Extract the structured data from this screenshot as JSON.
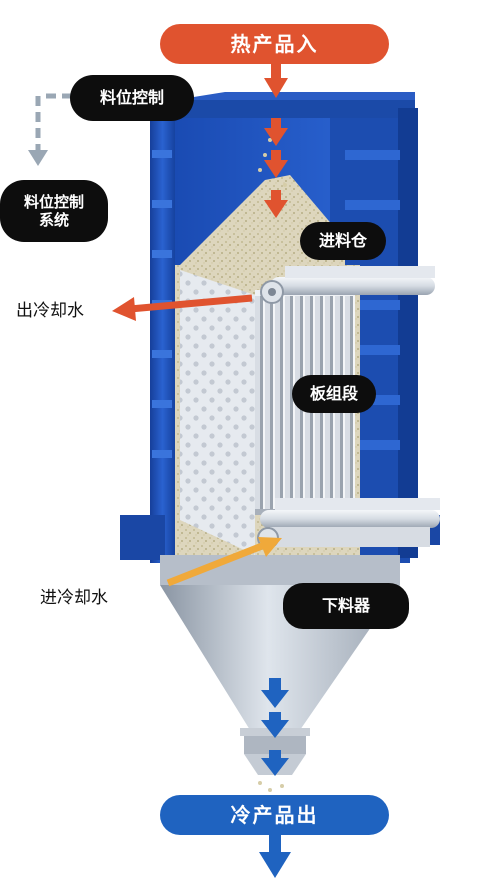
{
  "labels": {
    "product_in": "热产品入",
    "level_control": "料位控制",
    "level_control_system": "料位控制\n系统",
    "feed_bin": "进料仓",
    "cooling_water_out": "出冷却水",
    "plate_section": "板组段",
    "cooling_water_in": "进冷却水",
    "discharger": "下料器",
    "product_out": "冷产品出"
  },
  "colors": {
    "hot_accent": "#e0532f",
    "cold_accent": "#1f63c0",
    "steel_blue": "#1e4fb8",
    "water_in_arrow": "#f0a93a",
    "label_bg": "#0d0d0d",
    "signal_line": "#9aa7b4"
  },
  "icons": {
    "arrow_in": "down-arrow-icon",
    "arrow_out": "down-arrow-icon",
    "water_out": "left-arrow-icon",
    "water_in": "right-arrow-icon"
  }
}
